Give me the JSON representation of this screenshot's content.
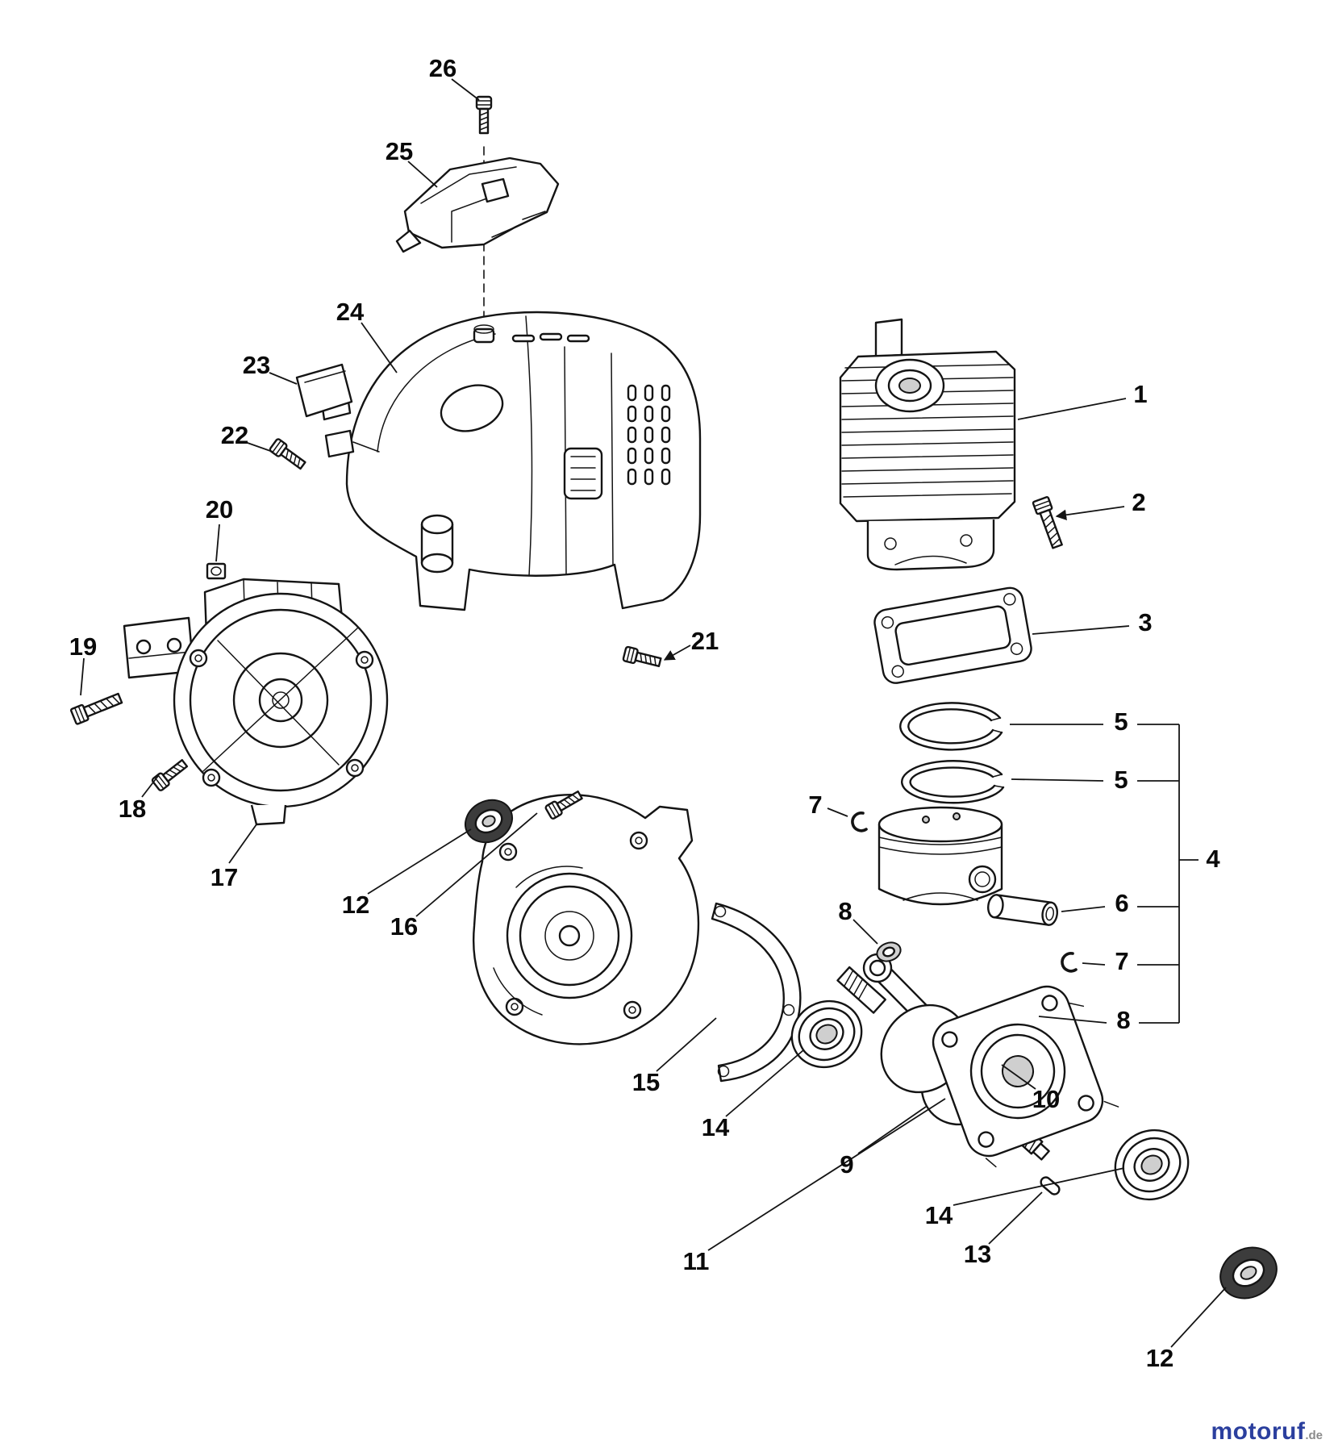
{
  "page": {
    "background": "#ffffff"
  },
  "watermark": {
    "brand": "motoruf",
    "suffix": ".de",
    "brand_color": "#2b3f9e",
    "suffix_color": "#8a8a8a"
  },
  "callouts": [
    {
      "n": "26"
    },
    {
      "n": "25"
    },
    {
      "n": "24"
    },
    {
      "n": "23"
    },
    {
      "n": "22"
    },
    {
      "n": "20"
    },
    {
      "n": "19"
    },
    {
      "n": "18"
    },
    {
      "n": "17"
    },
    {
      "n": "21"
    },
    {
      "n": "1"
    },
    {
      "n": "2"
    },
    {
      "n": "3"
    },
    {
      "n": "5"
    },
    {
      "n": "5"
    },
    {
      "n": "7"
    },
    {
      "n": "4"
    },
    {
      "n": "6"
    },
    {
      "n": "7"
    },
    {
      "n": "8"
    },
    {
      "n": "8"
    },
    {
      "n": "10"
    },
    {
      "n": "9"
    },
    {
      "n": "12"
    },
    {
      "n": "16"
    },
    {
      "n": "15"
    },
    {
      "n": "14"
    },
    {
      "n": "11"
    },
    {
      "n": "14"
    },
    {
      "n": "13"
    },
    {
      "n": "12"
    }
  ]
}
